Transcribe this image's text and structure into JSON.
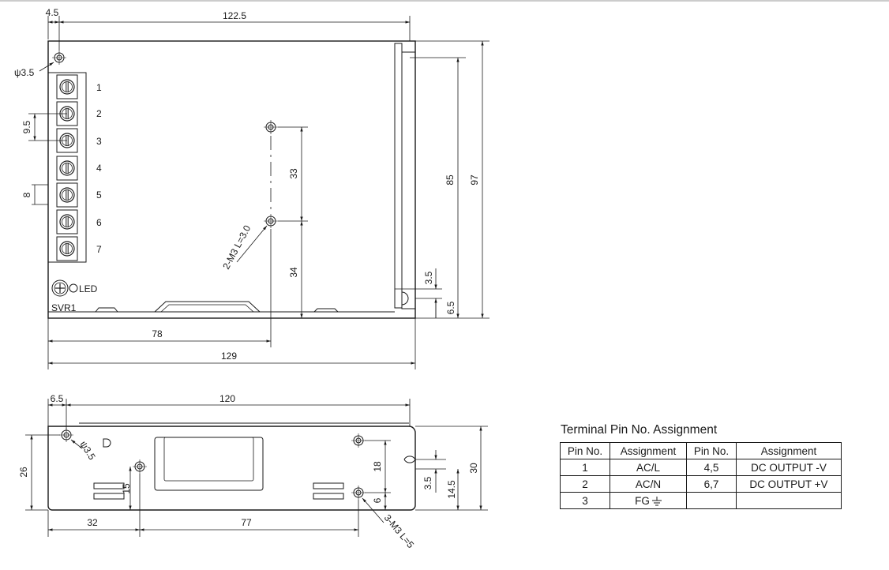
{
  "top_view": {
    "dims": {
      "hole_offset": "4.5",
      "width_top": "122.5",
      "hole_dia": "ψ3.5",
      "pin_pitch": "9.5",
      "terminal_width": "8",
      "mount_spacing_upper": "33",
      "mount_spacing_lower": "34",
      "mount_screw": "2-M3 L=3.0",
      "inner_height": "85",
      "outer_height": "97",
      "slot_3_5": "3.5",
      "slot_6_5": "6.5",
      "x_to_mount": "78",
      "total_length": "129"
    },
    "pins": [
      "1",
      "2",
      "3",
      "4",
      "5",
      "6",
      "7"
    ],
    "led_label": "LED",
    "svr_label": "SVR1"
  },
  "side_view": {
    "dims": {
      "hole_offset": "6.5",
      "width": "120",
      "hole_dia": "ψ3.5",
      "height_26": "26",
      "dim_15": "15",
      "dim_18": "18",
      "dim_6": "6",
      "slot_3_5": "3.5",
      "dim_14_5": "14.5",
      "height_30": "30",
      "x_32": "32",
      "x_77": "77",
      "mount_screw": "3-M3 L=5"
    }
  },
  "pin_table": {
    "title": "Terminal Pin No.  Assignment",
    "headers": [
      "Pin No.",
      "Assignment",
      "Pin No.",
      "Assignment"
    ],
    "rows": [
      [
        "1",
        "AC/L",
        "4,5",
        "DC OUTPUT -V"
      ],
      [
        "2",
        "AC/N",
        "6,7",
        "DC OUTPUT +V"
      ],
      [
        "3",
        "FG",
        "",
        ""
      ]
    ]
  },
  "icons": [
    "ground-icon",
    "screw-terminal-icon",
    "mounting-hole-icon",
    "potentiometer-icon",
    "led-icon"
  ]
}
